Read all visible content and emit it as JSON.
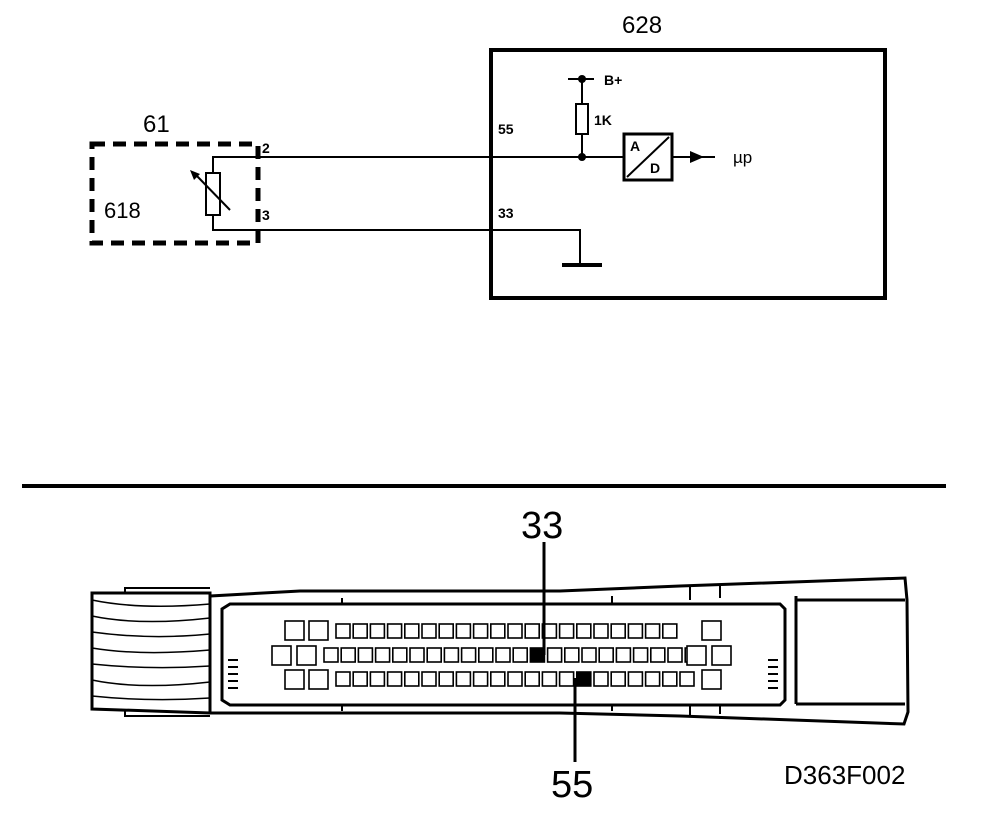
{
  "schematic": {
    "ecu": {
      "id": "628",
      "pin_signal": "55",
      "pin_ground": "33"
    },
    "sensor_group": {
      "id": "61"
    },
    "sensor": {
      "id": "618",
      "pin_a": "2",
      "pin_b": "3"
    },
    "pullup": {
      "supply": "B+",
      "resistor": "1K"
    },
    "adc": {
      "top": "A",
      "bottom": "D",
      "output": "µp"
    }
  },
  "connector": {
    "callout_top": "33",
    "callout_bottom": "55"
  },
  "figure_code": "D363F002"
}
